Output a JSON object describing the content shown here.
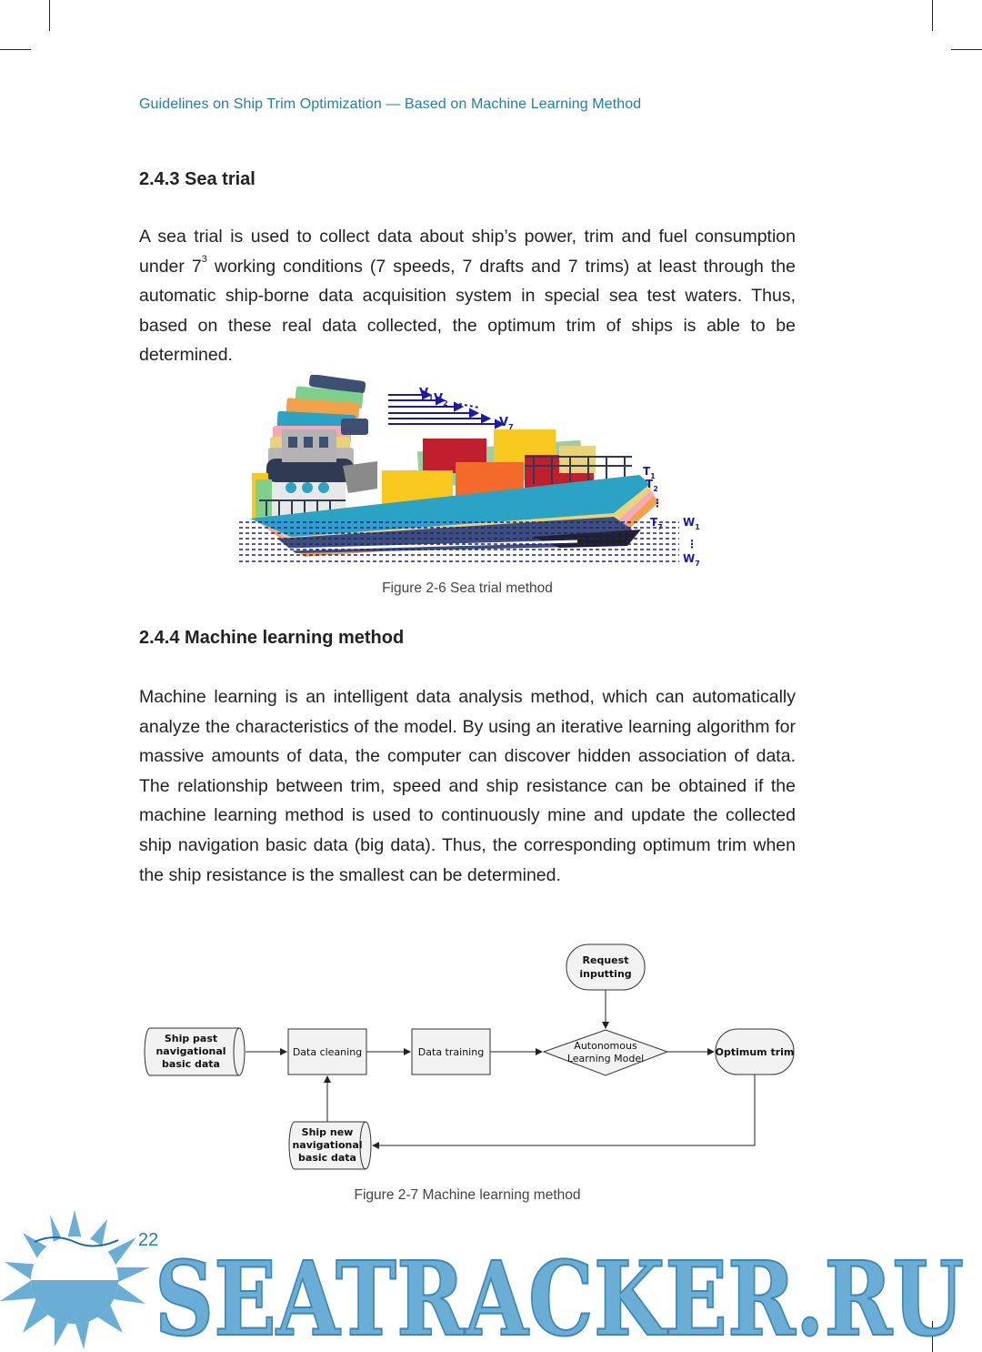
{
  "header": {
    "title": "Guidelines on Ship Trim Optimization — Based on Machine Learning Method"
  },
  "section_243": {
    "heading": "2.4.3 Sea trial",
    "para_before_sup": "A sea trial is used to collect data about ship’s power, trim and fuel consumption under 7",
    "para_sup": "3",
    "para_after_sup": " working conditions (7 speeds, 7 drafts and 7 trims) at least through the automatic ship-borne data acquisition system in special sea test waters. Thus, based on these real data collected, the optimum trim of ships is able to be determined."
  },
  "figure_2_6": {
    "caption": "Figure 2-6 Sea trial method",
    "labels": {
      "v1": "V",
      "v1_sub": "1",
      "v2": "V",
      "v2_sub": "2",
      "v7": "V",
      "v7_sub": "7",
      "t1": "T",
      "t1_sub": "1",
      "t2": "T",
      "t2_sub": "2",
      "t7": "T",
      "t7_sub": "7",
      "w1": "W",
      "w1_sub": "1",
      "w7": "W",
      "w7_sub": "7"
    },
    "colors": {
      "arrow": "#1a1aa8",
      "hull": "#3d4f73",
      "deck": "#2aa3c4",
      "container_red": "#c0202e",
      "container_yellow": "#f7c81e",
      "container_orange": "#f36a2a"
    }
  },
  "section_244": {
    "heading": "2.4.4 Machine learning method",
    "para": "Machine learning is an intelligent data analysis method, which can automatically analyze the characteristics of the model. By using an iterative learning algorithm for massive amounts of data, the computer can discover hidden association of data. The relationship between trim, speed and ship resistance can be obtained if the machine learning method is used to continuously mine and update the collected ship navigation basic data (big data). Thus, the corresponding optimum trim when the ship resistance is the smallest can be determined."
  },
  "figure_2_7": {
    "caption": "Figure 2-7 Machine learning method",
    "nodes": {
      "past_data": [
        "Ship past",
        "navigational",
        "basic data"
      ],
      "cleaning": "Data cleaning",
      "training": "Data training",
      "model": [
        "Autonomous",
        "Learning Model"
      ],
      "request": [
        "Request",
        "inputting"
      ],
      "optimum": "Optimum trim",
      "new_data": [
        "Ship new",
        "navigational",
        "basic data"
      ]
    }
  },
  "footer": {
    "page_number": "22",
    "watermark": "SEATRACKER.RU",
    "watermark_color": "#6aaed6"
  }
}
